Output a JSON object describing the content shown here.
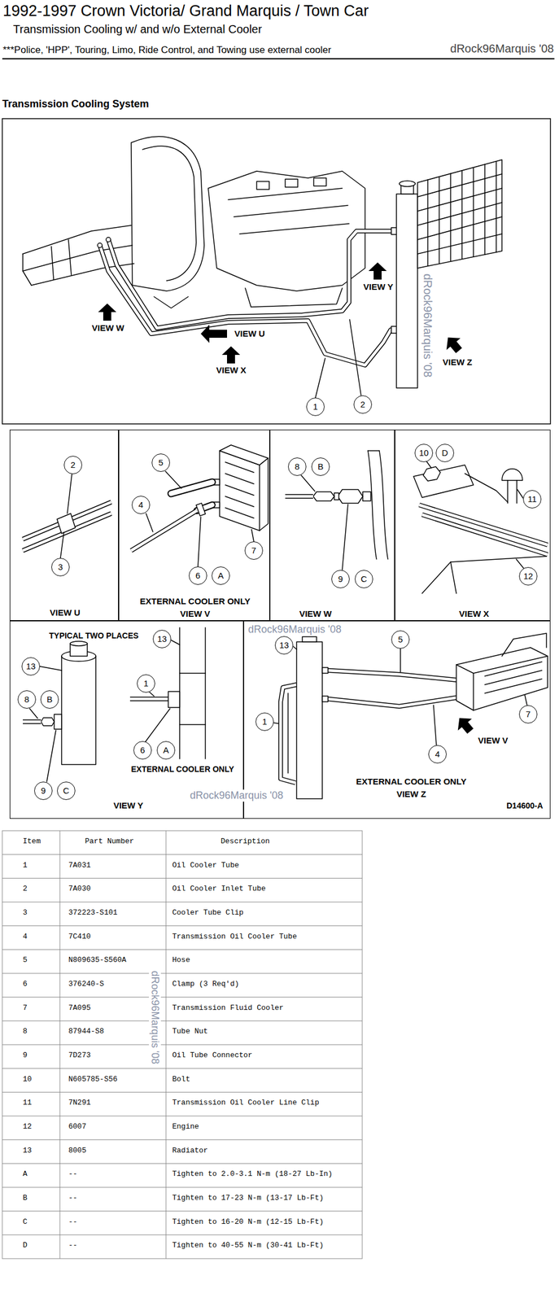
{
  "diagram": {
    "title": "1992-1997 Crown Victoria/ Grand Marquis / Town Car",
    "nodes": [
      {
        "text": [
          "VIEW U"
        ]
      },
      {
        "text": [
          "EXTERNAL COOLER ONLY",
          "VIEW V"
        ]
      },
      {
        "text": [
          "VIEW W"
        ]
      },
      {
        "text": [
          "VIEW X"
        ]
      },
      {
        "text": [
          "VIEW Y"
        ]
      },
      {
        "text": [
          "EXTERNAL COOLER ONLY",
          "VIEW Z"
        ]
      }
    ],
    "labels": [
      "Transmission Cooling w/ and w/o External Cooler",
      "***Police, 'HPP', Touring, Limo, Ride Control, and Towing use external cooler",
      "dRock96Marquis '08",
      "Transmission Cooling System",
      "VIEW W",
      "VIEW U",
      "VIEW X",
      "VIEW Y",
      "VIEW Z",
      "1",
      "2",
      "dRock96Marquis '08",
      "2",
      "3",
      "5",
      "4",
      "6",
      "A",
      "7",
      "8",
      "B",
      "9",
      "C",
      "10",
      "D",
      "11",
      "12",
      "TYPICAL TWO PLACES",
      "13",
      "8",
      "B",
      "9",
      "C",
      "13",
      "1",
      "6",
      "A",
      "EXTERNAL COOLER ONLY",
      "13",
      "5",
      "1",
      "4",
      "7",
      "VIEW V",
      "dRock96Marquis '08",
      "dRock96Marquis '08",
      "D14600-A",
      "dRock96Marquis '08",
      "Item",
      "Part Number",
      "Description",
      "1",
      "7A031",
      "Oil Cooler Tube",
      "2",
      "7A030",
      "Oil Cooler Inlet Tube",
      "3",
      "372223-S101",
      "Cooler Tube Clip",
      "4",
      "7C410",
      "Transmission Oil Cooler Tube",
      "5",
      "N809635-S560A",
      "Hose",
      "6",
      "376240-S",
      "Clamp (3 Req'd)",
      "7",
      "7A095",
      "Transmission Fluid Cooler",
      "8",
      "87944-S8",
      "Tube Nut",
      "9",
      "7D273",
      "Oil Tube Connector",
      "10",
      "N605785-S56",
      "Bolt",
      "11",
      "7N291",
      "Transmission Oil Cooler Line Clip",
      "12",
      "6007",
      "Engine",
      "13",
      "8005",
      "Radiator",
      "A",
      "--",
      "Tighten to 2.0-3.1 N-m (18-27 Lb-In)",
      "B",
      "--",
      "Tighten to 17-23 N-m (13-17 Lb-Ft)",
      "C",
      "--",
      "Tighten to 16-20 N-m (12-15 Lb-Ft)",
      "D",
      "--",
      "Tighten to 40-55 N-m (30-41 Lb-Ft)"
    ]
  }
}
